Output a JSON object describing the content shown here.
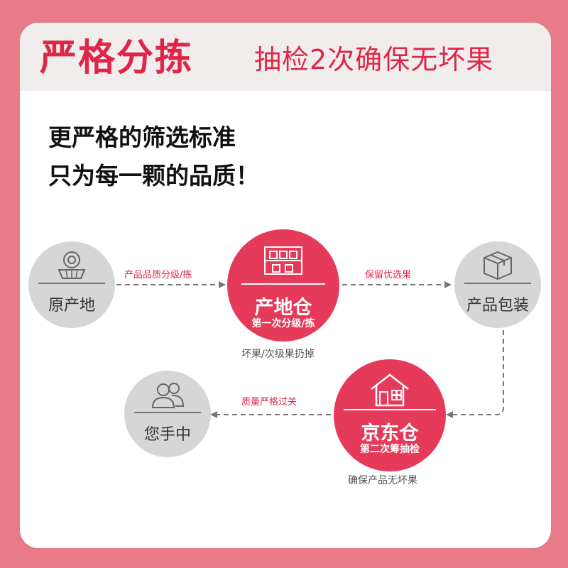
{
  "header": {
    "title": "严格分拣",
    "subtitle": "抽检2次确保无坏果"
  },
  "slogan": {
    "line1": "更严格的筛选标准",
    "line2": "只为每一颗的品质！"
  },
  "flow": {
    "origin": {
      "label": "原产地",
      "icon": "fruit-basket-icon"
    },
    "origin_warehouse": {
      "label": "产地仓",
      "sublabel": "第一次分级/拣",
      "icon": "warehouse-shelves-icon",
      "note": "坏果/次级果扔掉"
    },
    "packaging": {
      "label": "产品包装",
      "icon": "package-box-icon"
    },
    "jd_warehouse": {
      "label": "京东仓",
      "sublabel": "第二次筹抽检",
      "icon": "house-icon",
      "note": "确保产品无坏果"
    },
    "customer": {
      "label": "您手中",
      "icon": "users-icon"
    },
    "edges": {
      "origin_to_warehouse": "产品品质分级/拣",
      "warehouse_to_packaging": "保留优选果",
      "jd_to_customer": "质量严格过关"
    }
  },
  "colors": {
    "background": "#e97b89",
    "accent_red": "#e02648",
    "circle_red": "#e63a5a",
    "circle_grey": "#d6d6d6",
    "header_bg": "#f2eded"
  }
}
